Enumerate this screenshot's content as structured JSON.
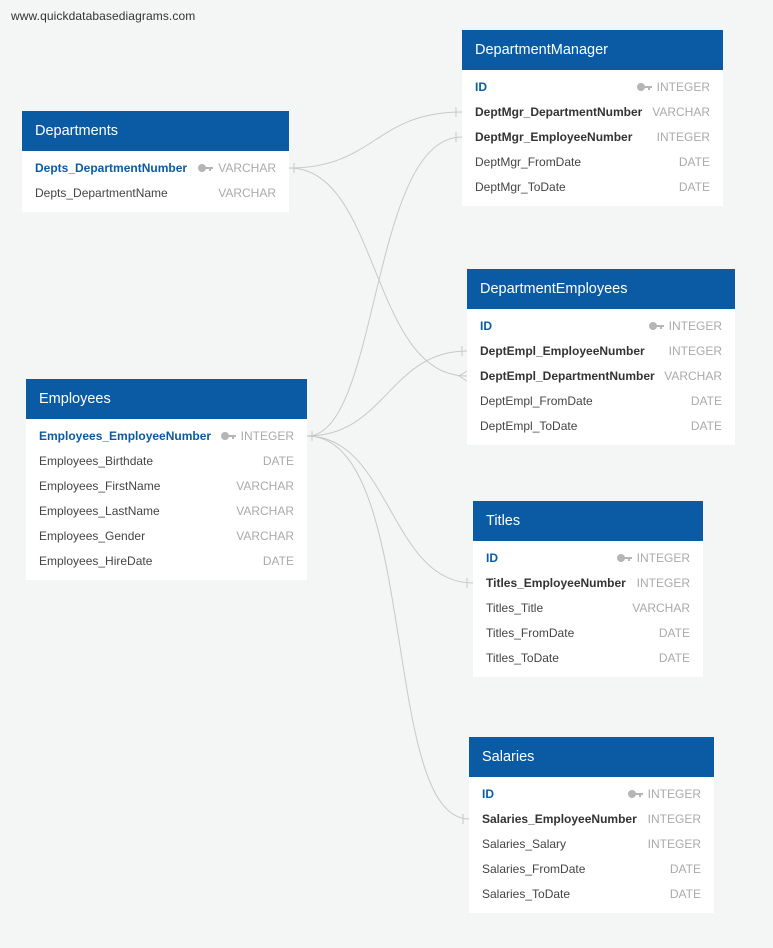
{
  "watermark": "www.quickdatabasediagrams.com",
  "tables": {
    "departments": {
      "title": "Departments",
      "fields": [
        {
          "name": "Depts_DepartmentNumber",
          "type": "VARCHAR",
          "key": "pk"
        },
        {
          "name": "Depts_DepartmentName",
          "type": "VARCHAR",
          "key": ""
        }
      ]
    },
    "dept_manager": {
      "title": "DepartmentManager",
      "fields": [
        {
          "name": "ID",
          "type": "INTEGER",
          "key": "pk"
        },
        {
          "name": "DeptMgr_DepartmentNumber",
          "type": "VARCHAR",
          "key": "fk"
        },
        {
          "name": "DeptMgr_EmployeeNumber",
          "type": "INTEGER",
          "key": "fk"
        },
        {
          "name": "DeptMgr_FromDate",
          "type": "DATE",
          "key": ""
        },
        {
          "name": "DeptMgr_ToDate",
          "type": "DATE",
          "key": ""
        }
      ]
    },
    "dept_employees": {
      "title": "DepartmentEmployees",
      "fields": [
        {
          "name": "ID",
          "type": "INTEGER",
          "key": "pk"
        },
        {
          "name": "DeptEmpl_EmployeeNumber",
          "type": "INTEGER",
          "key": "fk"
        },
        {
          "name": "DeptEmpl_DepartmentNumber",
          "type": "VARCHAR",
          "key": "fk"
        },
        {
          "name": "DeptEmpl_FromDate",
          "type": "DATE",
          "key": ""
        },
        {
          "name": "DeptEmpl_ToDate",
          "type": "DATE",
          "key": ""
        }
      ]
    },
    "employees": {
      "title": "Employees",
      "fields": [
        {
          "name": "Employees_EmployeeNumber",
          "type": "INTEGER",
          "key": "pk"
        },
        {
          "name": "Employees_Birthdate",
          "type": "DATE",
          "key": ""
        },
        {
          "name": "Employees_FirstName",
          "type": "VARCHAR",
          "key": ""
        },
        {
          "name": "Employees_LastName",
          "type": "VARCHAR",
          "key": ""
        },
        {
          "name": "Employees_Gender",
          "type": "VARCHAR",
          "key": ""
        },
        {
          "name": "Employees_HireDate",
          "type": "DATE",
          "key": ""
        }
      ]
    },
    "titles": {
      "title": "Titles",
      "fields": [
        {
          "name": "ID",
          "type": "INTEGER",
          "key": "pk"
        },
        {
          "name": "Titles_EmployeeNumber",
          "type": "INTEGER",
          "key": "fk"
        },
        {
          "name": "Titles_Title",
          "type": "VARCHAR",
          "key": ""
        },
        {
          "name": "Titles_FromDate",
          "type": "DATE",
          "key": ""
        },
        {
          "name": "Titles_ToDate",
          "type": "DATE",
          "key": ""
        }
      ]
    },
    "salaries": {
      "title": "Salaries",
      "fields": [
        {
          "name": "ID",
          "type": "INTEGER",
          "key": "pk"
        },
        {
          "name": "Salaries_EmployeeNumber",
          "type": "INTEGER",
          "key": "fk"
        },
        {
          "name": "Salaries_Salary",
          "type": "INTEGER",
          "key": ""
        },
        {
          "name": "Salaries_FromDate",
          "type": "DATE",
          "key": ""
        },
        {
          "name": "Salaries_ToDate",
          "type": "DATE",
          "key": ""
        }
      ]
    }
  },
  "colors": {
    "header": "#0a5ba3",
    "pk_text": "#0a5ba3",
    "type_text": "#aaaaaa",
    "connector": "#c8c8c8",
    "background": "#f4f5f5"
  }
}
